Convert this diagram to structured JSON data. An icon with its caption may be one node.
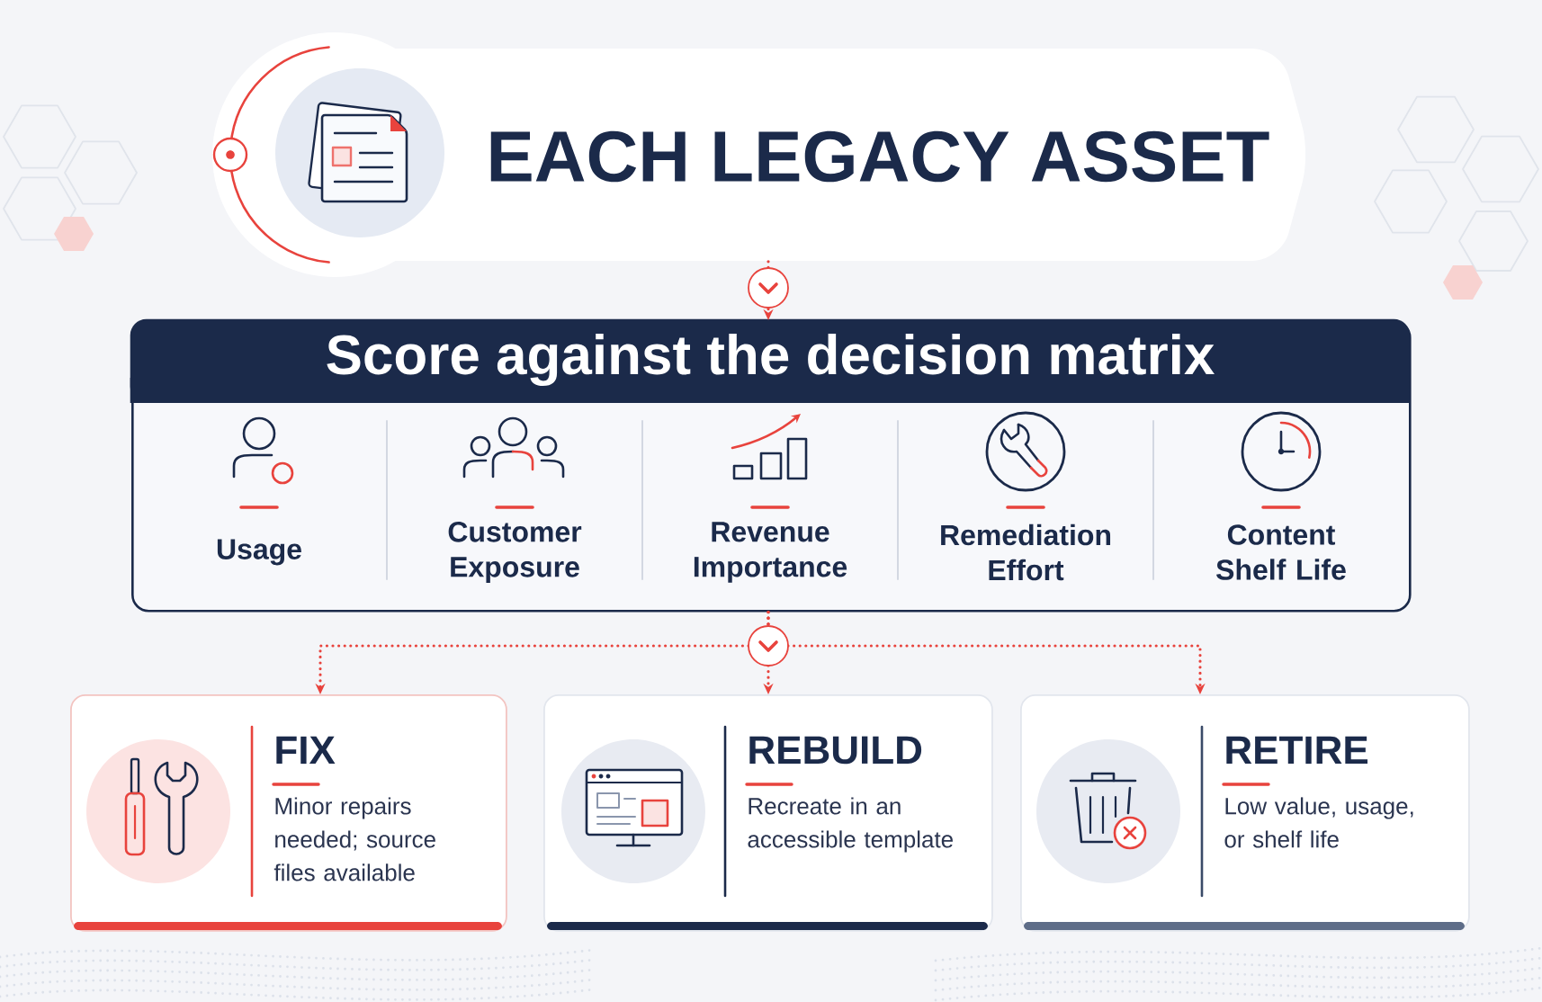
{
  "diagram": {
    "nodes": [
      {
        "text": [
          "EACH LEGACY ASSET"
        ]
      },
      {
        "text": [
          "Score against the decision matrix"
        ]
      },
      {
        "text": [
          "Usage"
        ],
        "in": 1
      },
      {
        "text": [
          "Customer Exposure"
        ],
        "in": 1
      },
      {
        "text": [
          "Revenue Importance"
        ],
        "in": 1
      },
      {
        "text": [
          "Remediation Effort"
        ],
        "in": 1
      },
      {
        "text": [
          "Content Shelf Life"
        ],
        "in": 1
      },
      {
        "text": [
          "FIX",
          "Minor repairs needed; source files available"
        ]
      },
      {
        "text": [
          "REBUILD",
          "Recreate in an accessible template"
        ]
      },
      {
        "text": [
          "RETIRE",
          "Low value, usage, or shelf life"
        ]
      }
    ],
    "edges": [
      {
        "from": 0,
        "to": 1,
        "arrow": "to",
        "style": "dashed"
      },
      {
        "from": 1,
        "to": 7,
        "arrow": "to",
        "style": "dashed"
      },
      {
        "from": 1,
        "to": 8,
        "arrow": "to",
        "style": "dashed"
      },
      {
        "from": 1,
        "to": 9,
        "arrow": "to",
        "style": "dashed"
      }
    ]
  }
}
